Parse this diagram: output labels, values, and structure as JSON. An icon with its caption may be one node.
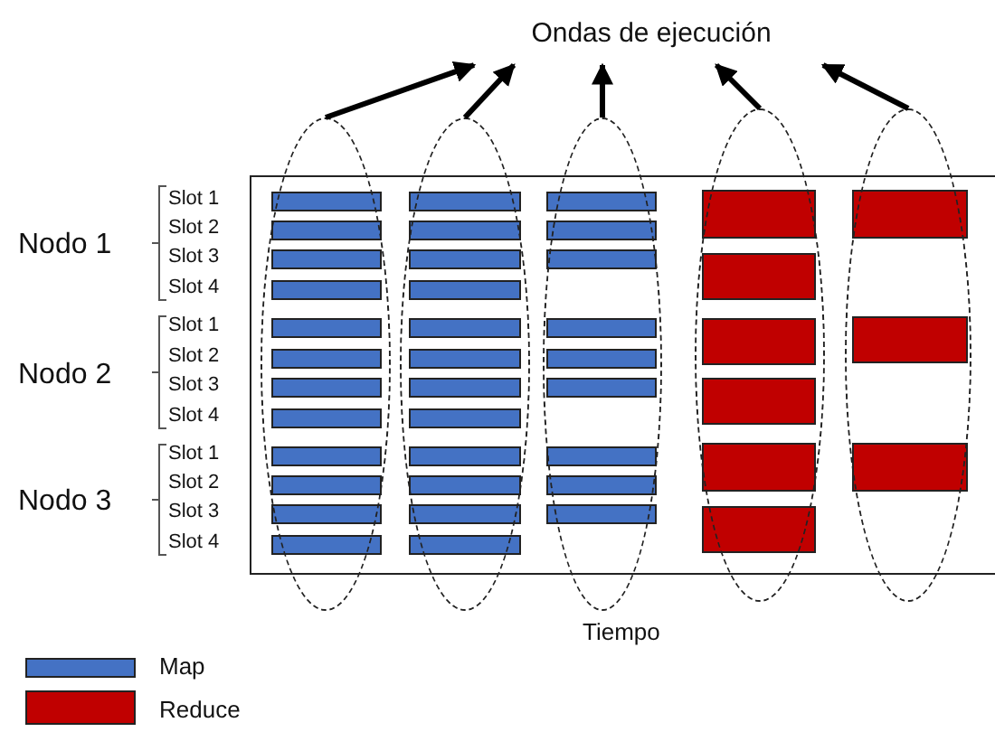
{
  "diagram": {
    "nodes": [
      {
        "text": [
          "Ondas de ejecución"
        ]
      },
      {
        "text": [],
        "shape": "ellipse"
      },
      {
        "text": [],
        "shape": "ellipse"
      },
      {
        "text": [],
        "shape": "ellipse"
      },
      {
        "text": [],
        "shape": "ellipse"
      },
      {
        "text": [],
        "shape": "ellipse"
      }
    ],
    "edges": [
      {
        "from": 1,
        "to": 0,
        "arrow": "to"
      },
      {
        "from": 2,
        "to": 0,
        "arrow": "to"
      },
      {
        "from": 3,
        "to": 0,
        "arrow": "to"
      },
      {
        "from": 4,
        "to": 0,
        "arrow": "to"
      },
      {
        "from": 5,
        "to": 0,
        "arrow": "to"
      }
    ],
    "labels": [
      "Nodo 1",
      "Slot 1",
      "Slot 2",
      "Slot 3",
      "Slot 4",
      "Nodo 2",
      "Slot 1",
      "Slot 2",
      "Slot 3",
      "Slot 4",
      "Nodo 3",
      "Slot 1",
      "Slot 2",
      "Slot 3",
      "Slot 4",
      "Tiempo"
    ],
    "legend": [
      {
        "text": "Map",
        "color": "#4472c4"
      },
      {
        "text": "Reduce",
        "color": "#c00000"
      }
    ]
  }
}
